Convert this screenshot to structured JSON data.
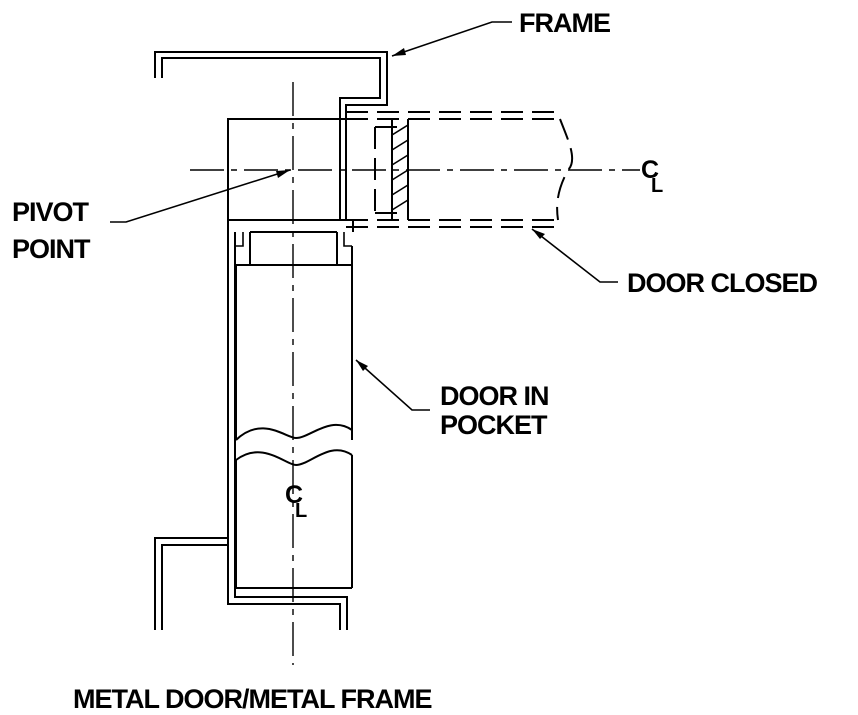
{
  "labels": {
    "frame": "FRAME",
    "pivot_point_line1": "PIVOT",
    "pivot_point_line2": "POINT",
    "door_closed": "DOOR CLOSED",
    "door_in_pocket_line1": "DOOR IN",
    "door_in_pocket_line2": "POCKET",
    "title": "METAL DOOR/METAL FRAME",
    "centerline_c": "C",
    "centerline_l": "L"
  }
}
